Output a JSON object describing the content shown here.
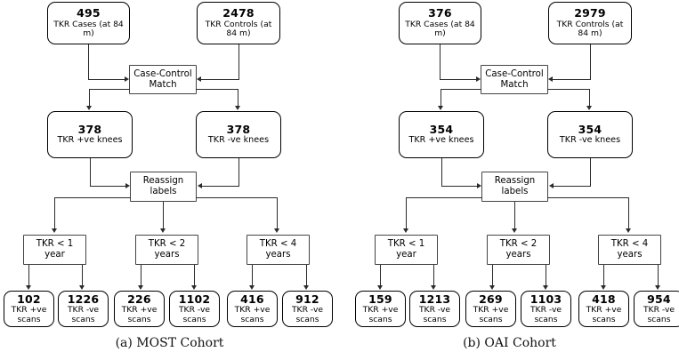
{
  "figure": {
    "type": "flowchart",
    "panels": [
      {
        "id": "most",
        "caption": "(a) MOST Cohort",
        "top_left": {
          "count": "495",
          "label_line1": "TKR Cases (at 84",
          "label_line2": "m)"
        },
        "top_right": {
          "count": "2478",
          "label_line1": "TKR Controls (at",
          "label_line2": "84 m)"
        },
        "match": {
          "line1": "Case-Control",
          "line2": "Match"
        },
        "mid_left": {
          "count": "378",
          "label": "TKR +ve knees"
        },
        "mid_right": {
          "count": "378",
          "label": "TKR -ve knees"
        },
        "reassign": {
          "line1": "Reassign",
          "line2": "labels"
        },
        "splits": [
          {
            "line1": "TKR < 1",
            "line2": "year"
          },
          {
            "line1": "TKR < 2",
            "line2": "years"
          },
          {
            "line1": "TKR < 4",
            "line2": "years"
          }
        ],
        "scans": [
          {
            "count": "102",
            "line1": "TKR +ve",
            "line2": "scans"
          },
          {
            "count": "1226",
            "line1": "TKR -ve",
            "line2": "scans"
          },
          {
            "count": "226",
            "line1": "TKR +ve",
            "line2": "scans"
          },
          {
            "count": "1102",
            "line1": "TKR -ve",
            "line2": "scans"
          },
          {
            "count": "416",
            "line1": "TKR +ve",
            "line2": "scans"
          },
          {
            "count": "912",
            "line1": "TKR -ve",
            "line2": "scans"
          }
        ]
      },
      {
        "id": "oai",
        "caption": "(b) OAI Cohort",
        "top_left": {
          "count": "376",
          "label_line1": "TKR Cases (at 84",
          "label_line2": "m)"
        },
        "top_right": {
          "count": "2979",
          "label_line1": "TKR Controls (at",
          "label_line2": "84 m)"
        },
        "match": {
          "line1": "Case-Control",
          "line2": "Match"
        },
        "mid_left": {
          "count": "354",
          "label": "TKR +ve knees"
        },
        "mid_right": {
          "count": "354",
          "label": "TKR -ve knees"
        },
        "reassign": {
          "line1": "Reassign",
          "line2": "labels"
        },
        "splits": [
          {
            "line1": "TKR < 1",
            "line2": "year"
          },
          {
            "line1": "TKR < 2",
            "line2": "years"
          },
          {
            "line1": "TKR < 4",
            "line2": "years"
          }
        ],
        "scans": [
          {
            "count": "159",
            "line1": "TKR +ve",
            "line2": "scans"
          },
          {
            "count": "1213",
            "line1": "TKR -ve",
            "line2": "scans"
          },
          {
            "count": "269",
            "line1": "TKR +ve",
            "line2": "scans"
          },
          {
            "count": "1103",
            "line1": "TKR -ve",
            "line2": "scans"
          },
          {
            "count": "418",
            "line1": "TKR +ve",
            "line2": "scans"
          },
          {
            "count": "954",
            "line1": "TKR -ve",
            "line2": "scans"
          }
        ]
      }
    ],
    "colors": {
      "line": "#2b2b2b",
      "box_border": "#000000",
      "rect_border": "#444444",
      "background": "#ffffff"
    }
  }
}
